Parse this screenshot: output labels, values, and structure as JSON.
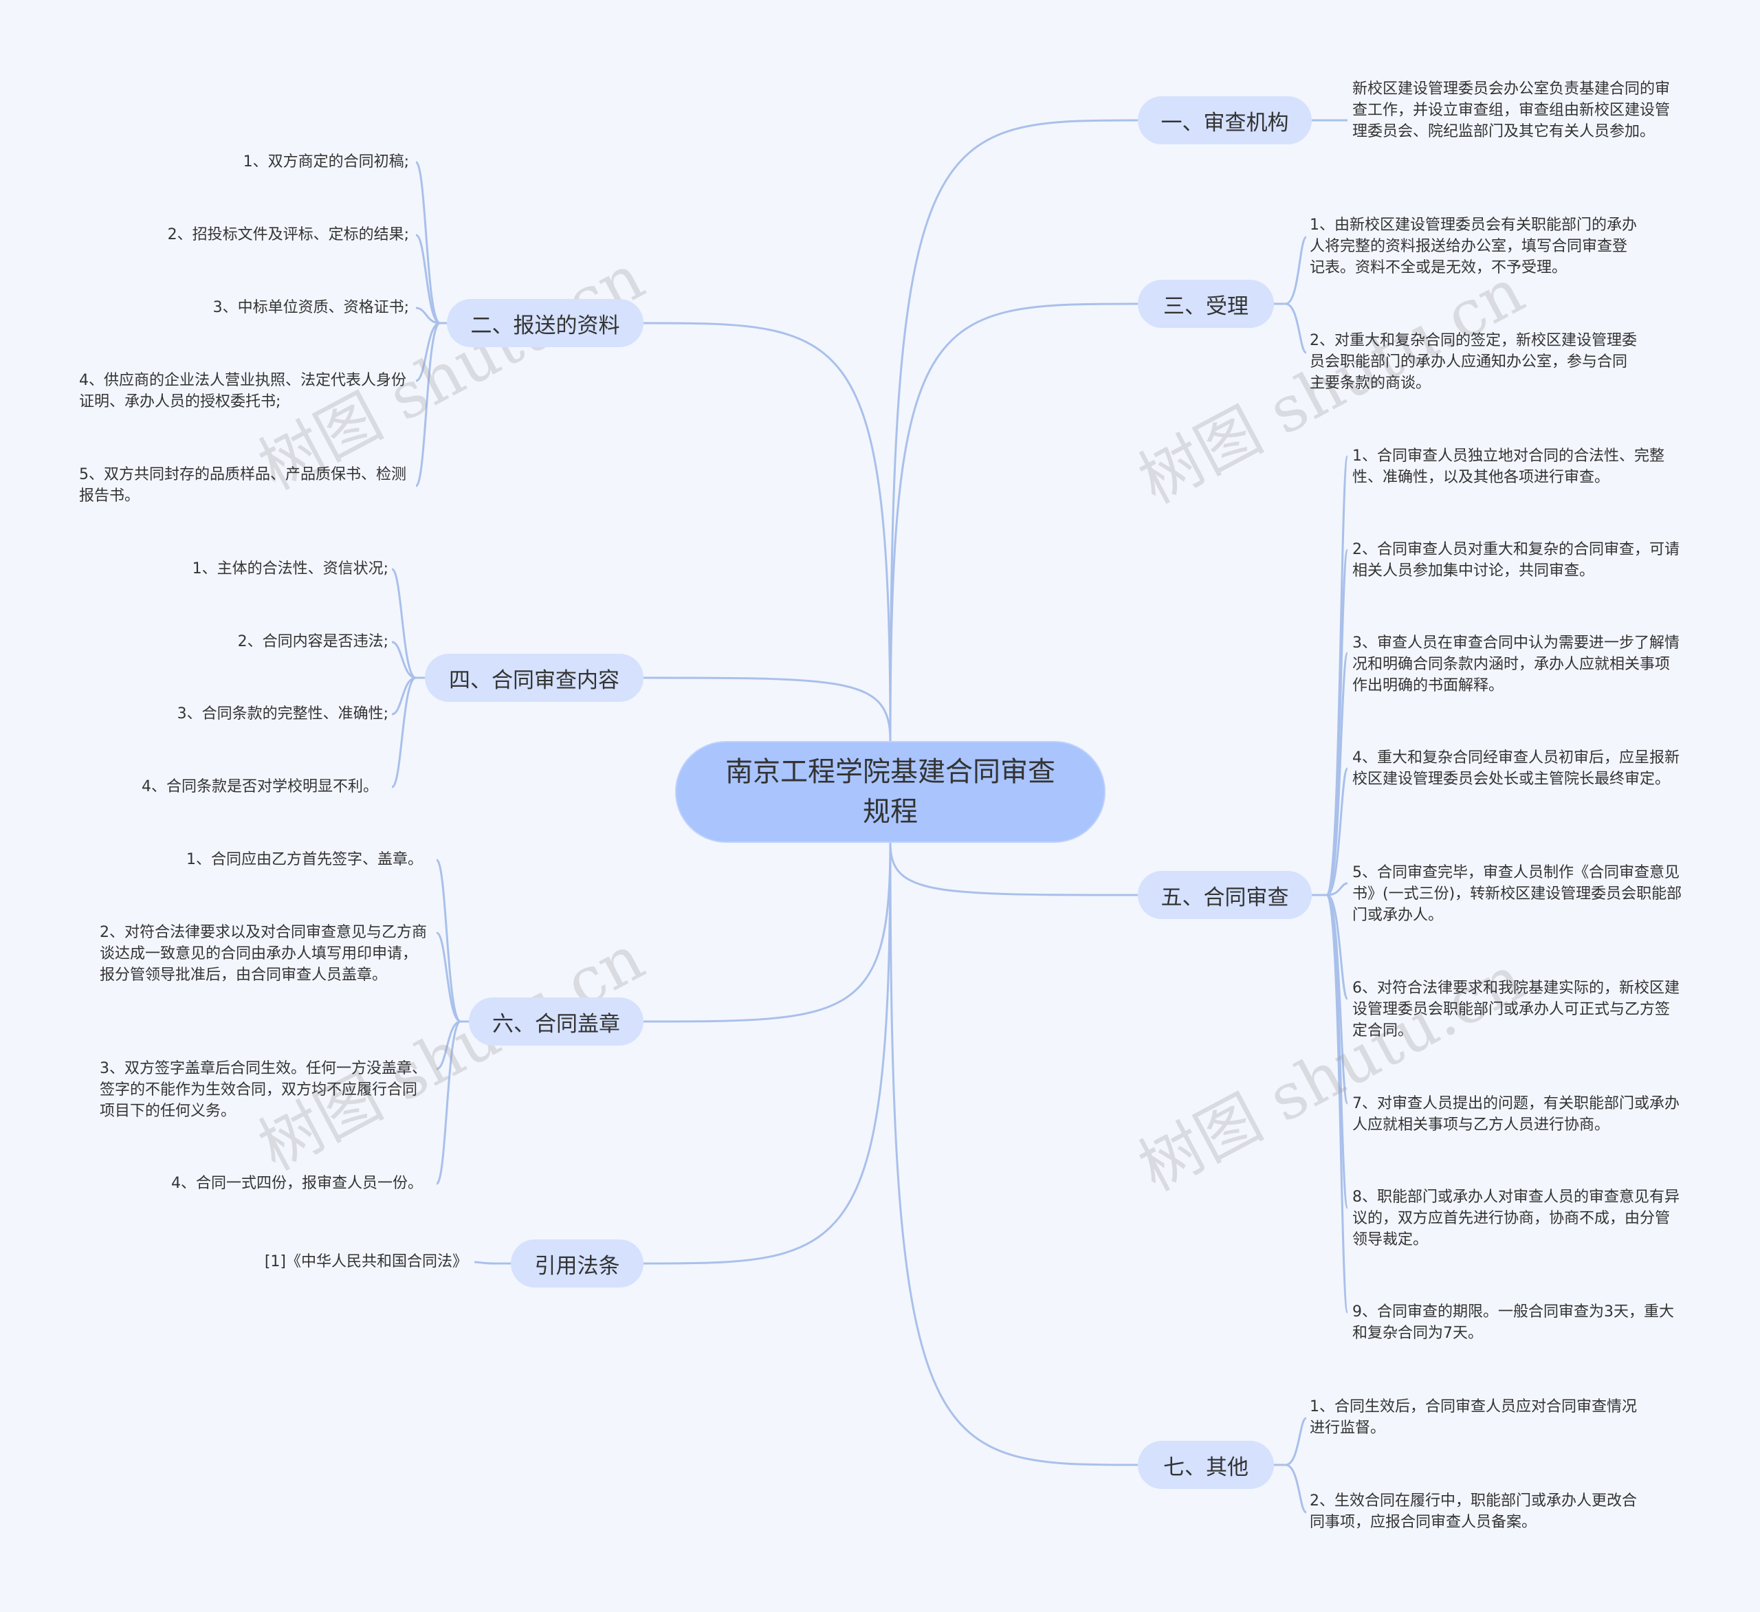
{
  "root": {
    "title": "南京工程学院基建合同审查规程"
  },
  "branches": {
    "b1": {
      "label": "一、审查机构",
      "items": [
        "新校区建设管理委员会办公室负责基建合同的审查工作，并设立审查组，审查组由新校区建设管理委员会、院纪监部门及其它有关人员参加。"
      ]
    },
    "b2": {
      "label": "二、报送的资料",
      "items": [
        "1、双方商定的合同初稿;",
        "2、招投标文件及评标、定标的结果;",
        "3、中标单位资质、资格证书;",
        "4、供应商的企业法人营业执照、法定代表人身份证明、承办人员的授权委托书;",
        "5、双方共同封存的品质样品、产品质保书、检测报告书。"
      ]
    },
    "b3": {
      "label": "三、受理",
      "items": [
        "1、由新校区建设管理委员会有关职能部门的承办人将完整的资料报送给办公室，填写合同审查登记表。资料不全或是无效，不予受理。",
        "2、对重大和复杂合同的签定，新校区建设管理委员会职能部门的承办人应通知办公室，参与合同主要条款的商谈。"
      ]
    },
    "b4": {
      "label": "四、合同审查内容",
      "items": [
        "1、主体的合法性、资信状况;",
        "2、合同内容是否违法;",
        "3、合同条款的完整性、准确性;",
        "4、合同条款是否对学校明显不利。"
      ]
    },
    "b5": {
      "label": "五、合同审查",
      "items": [
        "1、合同审查人员独立地对合同的合法性、完整性、准确性，以及其他各项进行审查。",
        "2、合同审查人员对重大和复杂的合同审查，可请相关人员参加集中讨论，共同审查。",
        "3、审查人员在审查合同中认为需要进一步了解情况和明确合同条款内涵时，承办人应就相关事项作出明确的书面解释。",
        "4、重大和复杂合同经审查人员初审后，应呈报新校区建设管理委员会处长或主管院长最终审定。",
        "5、合同审查完毕，审查人员制作《合同审查意见书》(一式三份)，转新校区建设管理委员会职能部门或承办人。",
        "6、对符合法律要求和我院基建实际的，新校区建设管理委员会职能部门或承办人可正式与乙方签定合同。",
        "7、对审查人员提出的问题，有关职能部门或承办人应就相关事项与乙方人员进行协商。",
        "8、职能部门或承办人对审查人员的审查意见有异议的，双方应首先进行协商，协商不成，由分管领导裁定。",
        "9、合同审查的期限。一般合同审查为3天，重大和复杂合同为7天。"
      ]
    },
    "b6": {
      "label": "六、合同盖章",
      "items": [
        "1、合同应由乙方首先签字、盖章。",
        "2、对符合法律要求以及对合同审查意见与乙方商谈达成一致意见的合同由承办人填写用印申请，报分管领导批准后，由合同审查人员盖章。",
        "3、双方签字盖章后合同生效。任何一方没盖章、签字的不能作为生效合同，双方均不应履行合同项目下的任何义务。",
        "4、合同一式四份，报审查人员一份。"
      ]
    },
    "b7": {
      "label": "七、其他",
      "items": [
        "1、合同生效后，合同审查人员应对合同审查情况进行监督。",
        "2、生效合同在履行中，职能部门或承办人更改合同事项，应报合同审查人员备案。"
      ]
    },
    "b8": {
      "label": "引用法条",
      "items": [
        "[1]《中华人民共和国合同法》"
      ]
    }
  },
  "watermarks": [
    "树图 shutu.cn",
    "树图 shutu.cn",
    "树图 shutu.cn",
    "树图 shutu.cn"
  ],
  "colors": {
    "background": "#f3f6fd",
    "root_fill": "#aac4fd",
    "branch_fill": "#d5e1fd",
    "link": "#a9c0eb"
  }
}
